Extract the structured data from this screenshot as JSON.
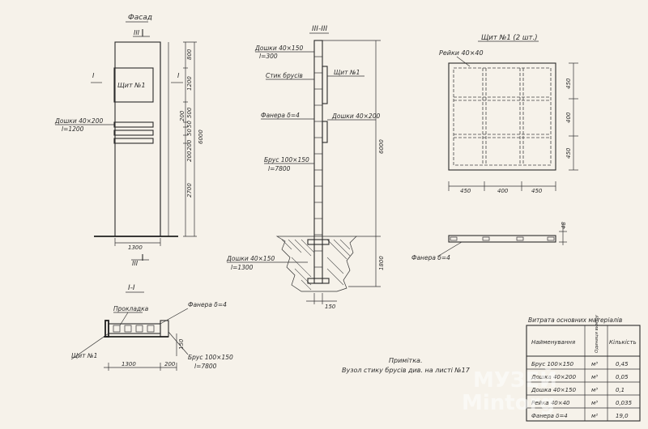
{
  "facade": {
    "title": "Фасад",
    "section_mark_top": "III",
    "section_mark_bottom": "III",
    "section_mark_left": "I",
    "section_mark_right": "I",
    "panel_label": "Щит №1",
    "boards_label": "Дошки 40×200",
    "boards_length": "l=1200",
    "dims_right": [
      "800",
      "1200",
      "500",
      "50",
      "50",
      "200",
      "200",
      "200",
      "2700"
    ],
    "dim_total": "6000",
    "dim_width": "1300"
  },
  "section3": {
    "title": "III-III",
    "labels": {
      "boards_top": "Дошки 40×150",
      "boards_top_len": "l=300",
      "joint": "Стик брусів",
      "panel": "Щит №1",
      "plywood": "Фанера δ=4",
      "boards_mid": "Дошки 40×200",
      "beam": "Брус 100×150",
      "beam_len": "l=7800",
      "boards_bottom": "Дошки 40×150",
      "boards_bottom_len": "l=1300"
    },
    "dim_height": "6000",
    "dim_depth": "1800",
    "dim_width": "150"
  },
  "section1": {
    "title": "I-I",
    "labels": {
      "spacer": "Прокладка",
      "plywood": "Фанера δ=4",
      "panel": "Щит №1",
      "beam": "Брус 100×150",
      "beam_len": "l=7800"
    },
    "dim_a": "1300",
    "dim_b": "200",
    "dim_c": "150"
  },
  "shield": {
    "title": "Щит №1 (2 шт.)",
    "rails": "Рейки 40×40",
    "dims_bottom": [
      "450",
      "400",
      "450"
    ],
    "dims_right": [
      "450",
      "400",
      "450"
    ]
  },
  "shield_section": {
    "plywood": "Фанера δ=4",
    "dim": "48"
  },
  "note": {
    "title": "Примітка.",
    "text": "Вузол стику брусів див. на листі №17"
  },
  "materials": {
    "title": "Витрата основних матеріалів",
    "headers": [
      "Найменування",
      "Одиниця виміру",
      "Кількість"
    ],
    "rows": [
      [
        "Брус 100×150",
        "м³",
        "0,45"
      ],
      [
        "Дошка 40×200",
        "м³",
        "0,05"
      ],
      [
        "Дошка 40×150",
        "м³",
        "0,1"
      ],
      [
        "Рейка 40×40",
        "м³",
        "0,035"
      ],
      [
        "Фанера δ=4",
        "м²",
        "19,0"
      ]
    ]
  },
  "watermark": {
    "line1": "МУЗЕЙ",
    "line2": "Mintorg"
  }
}
